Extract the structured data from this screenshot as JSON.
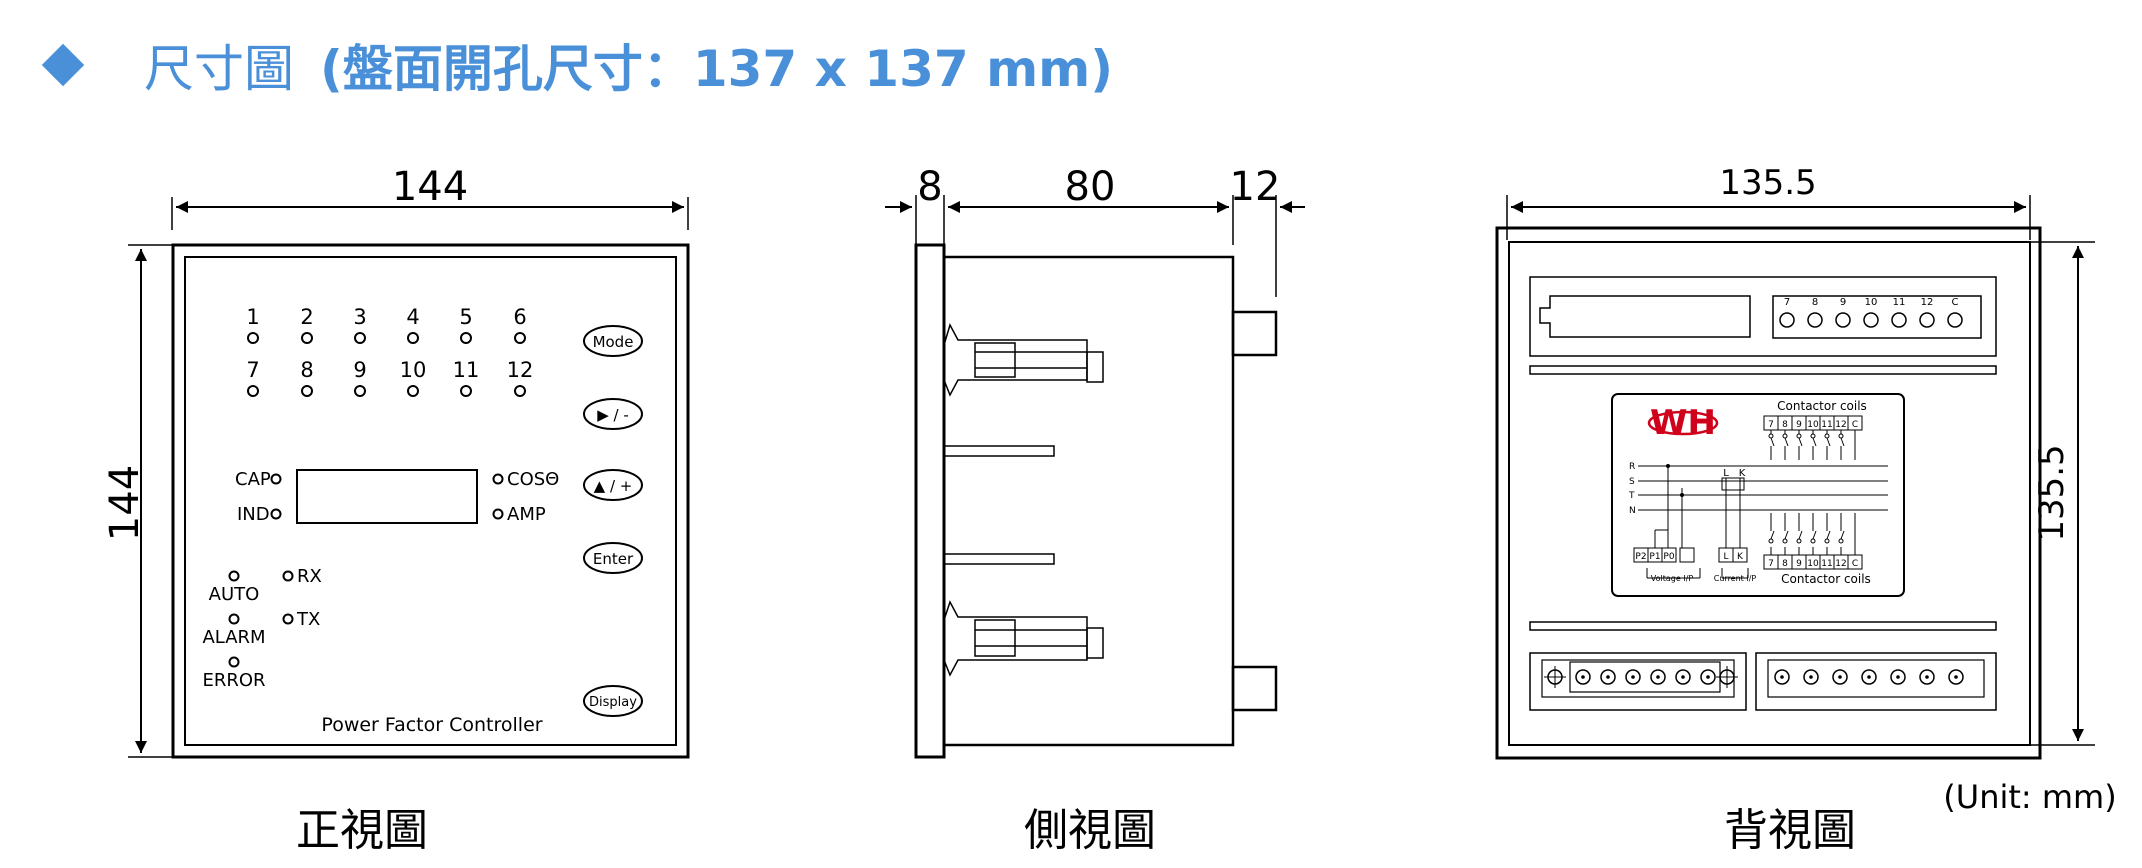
{
  "header": {
    "title": "尺寸圖",
    "subtitle": "(盤面開孔尺寸：137 x 137 mm)"
  },
  "front": {
    "caption": "正視圖",
    "width_label": "144",
    "height_label": "144",
    "led_numbers_row1": [
      "1",
      "2",
      "3",
      "4",
      "5",
      "6"
    ],
    "led_numbers_row2": [
      "7",
      "8",
      "9",
      "10",
      "11",
      "12"
    ],
    "cap": "CAP",
    "ind": "IND",
    "cos": "COSΘ",
    "amp": "AMP",
    "rx": "RX",
    "tx": "TX",
    "auto": "AUTO",
    "alarm": "ALARM",
    "error": "ERROR",
    "buttons": [
      "Mode",
      "▶ / -",
      "▲ / +",
      "Enter",
      "Display"
    ],
    "product_name": "Power Factor Controller"
  },
  "side": {
    "caption": "側視圖",
    "dim_front": "8",
    "dim_body": "80",
    "dim_rear": "12"
  },
  "back": {
    "caption": "背視圖",
    "width_label": "135.5",
    "height_label": "135.5",
    "top_terminals": [
      "7",
      "8",
      "9",
      "10",
      "11",
      "12",
      "C"
    ],
    "logo": "WH",
    "contactor_coils_top": "Contactor coils",
    "contactor_coils_bottom": "Contactor coils",
    "lines": [
      "R",
      "S",
      "T",
      "N"
    ],
    "lk": [
      "L",
      "K"
    ],
    "input_terminals": [
      "P2",
      "P1",
      "P0",
      "L",
      "K"
    ],
    "voltage_label": "Voltage I/P",
    "current_label": "Current I/P",
    "unit_label": "(Unit: mm)"
  }
}
